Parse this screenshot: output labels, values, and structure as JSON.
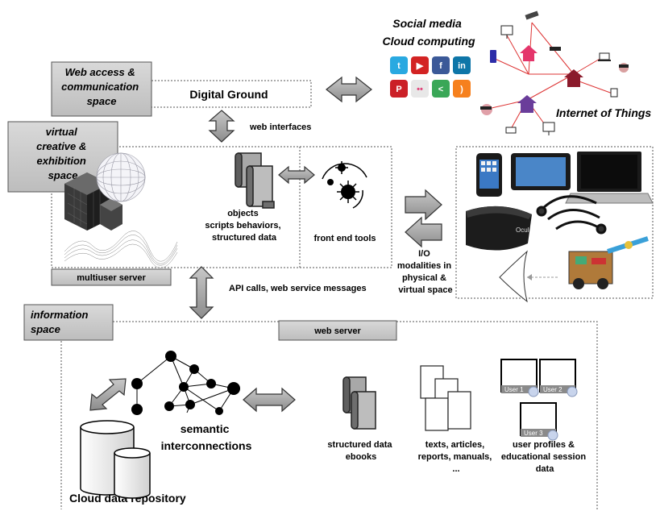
{
  "title_lines": [
    "Social media",
    "Cloud computing"
  ],
  "iot_label": "Internet of Things",
  "web_access_lines": [
    "Web access &",
    "communication",
    "space"
  ],
  "digital_ground": "Digital Ground",
  "web_interfaces": "web interfaces",
  "virtual_lines": [
    "virtual",
    "creative &",
    "exhibition",
    "space"
  ],
  "objects_lines": [
    "objects",
    "scripts behaviors,",
    "structured data"
  ],
  "front_end_tools": "front end tools",
  "multiuser_server": "multiuser server",
  "api_calls": "API calls, web service messages",
  "io_lines": [
    "I/O",
    "modalities in",
    "physical &",
    "virtual space"
  ],
  "information_lines": [
    "information",
    "space"
  ],
  "web_server": "web server",
  "semantic_lines": [
    "semantic",
    "interconnections"
  ],
  "cloud_repo": "Cloud data repository",
  "structured_lines": [
    "structured data",
    "ebooks"
  ],
  "texts_lines": [
    "texts, articles,",
    "reports, manuals,",
    "..."
  ],
  "user_profiles_lines": [
    "user profiles &",
    "educational session",
    "data"
  ],
  "users": [
    "User 1",
    "User 2",
    "User 3"
  ],
  "social_icons": [
    {
      "name": "twitter-icon",
      "glyph": "t",
      "color": "#29a9e1"
    },
    {
      "name": "youtube-icon",
      "glyph": "▶",
      "color": "#d32323"
    },
    {
      "name": "facebook-icon",
      "glyph": "f",
      "color": "#3b5998"
    },
    {
      "name": "linkedin-icon",
      "glyph": "in",
      "color": "#0e76a8"
    },
    {
      "name": "pinterest-icon",
      "glyph": "P",
      "color": "#cb2027"
    },
    {
      "name": "flickr-icon",
      "glyph": "••",
      "color": "#e8e8e8"
    },
    {
      "name": "share-icon",
      "glyph": "<",
      "color": "#3aa757"
    },
    {
      "name": "rss-icon",
      "glyph": ")",
      "color": "#f6801d"
    }
  ]
}
